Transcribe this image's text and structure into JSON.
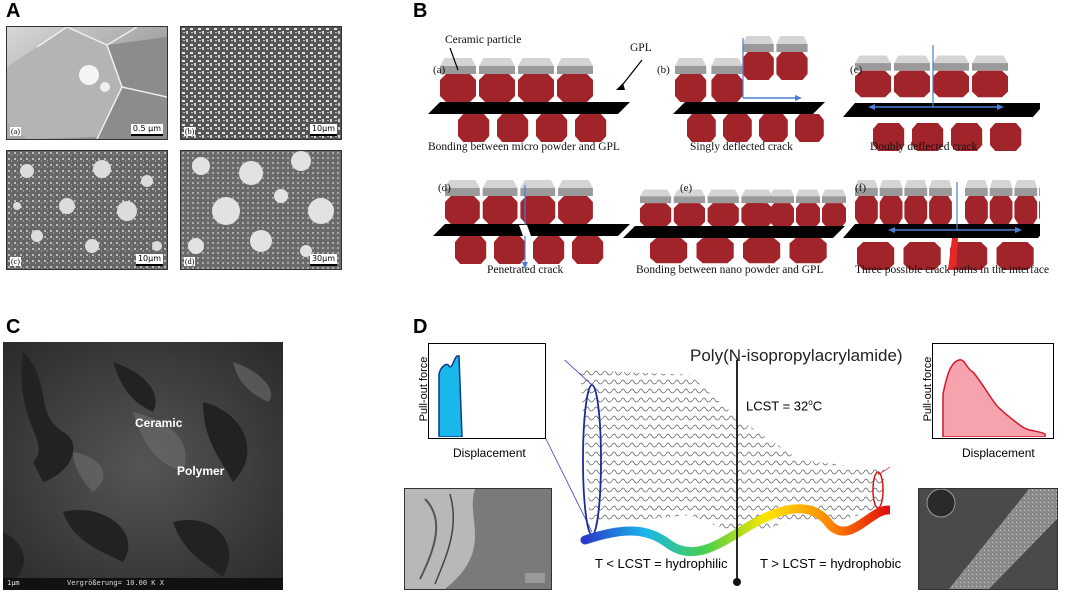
{
  "panels": {
    "A": {
      "label": "A",
      "images": [
        {
          "sub": "(a)",
          "scale": "0.5 μm"
        },
        {
          "sub": "(b)",
          "scale": "10μm"
        },
        {
          "sub": "(c)",
          "scale": "10μm"
        },
        {
          "sub": "(d)",
          "scale": "30μm"
        }
      ]
    },
    "B": {
      "label": "B",
      "ceramic_label": "Ceramic particle",
      "gpl_label": "GPL",
      "items": [
        {
          "sub": "(a)",
          "caption": "Bonding between micro powder and GPL"
        },
        {
          "sub": "(b)",
          "caption": "Singly deflected crack"
        },
        {
          "sub": "(c)",
          "caption": "Doubly deflected crack"
        },
        {
          "sub": "(d)",
          "caption": "Penetrated crack"
        },
        {
          "sub": "(e)",
          "caption": "Bonding between nano powder and GPL"
        },
        {
          "sub": "(f)",
          "caption": "Three possible crack paths in the interface"
        }
      ]
    },
    "C": {
      "label": "C",
      "ceramic": "Ceramic",
      "polymer": "Polymer",
      "footer_scale": "1µm",
      "footer_text": "Vergrößerung= 10.00 K X"
    },
    "D": {
      "label": "D",
      "title": "Poly(N-isopropylacrylamide)",
      "lcst": "LCST = 32",
      "lcst_sup": "o",
      "lcst_unit": "C",
      "left_caption": "T < LCST = hydrophilic",
      "right_caption": "T > LCST = hydrophobic",
      "plot_ylabel": "Pull-out force",
      "plot_xlabel": "Displacement"
    }
  }
}
